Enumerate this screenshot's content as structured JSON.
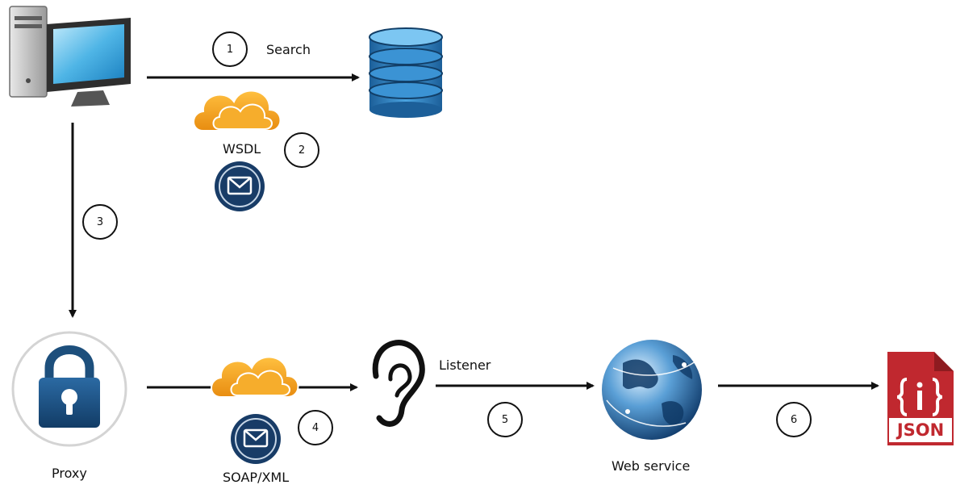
{
  "steps": {
    "s1": "1",
    "s2": "2",
    "s3": "3",
    "s4": "4",
    "s5": "5",
    "s6": "6"
  },
  "labels": {
    "search": "Search",
    "wsdl": "WSDL",
    "proxy": "Proxy",
    "soap_xml": "SOAP/XML",
    "listener": "Listener",
    "web_service": "Web service",
    "json": "JSON"
  },
  "colors": {
    "cloud": "#f0a31e",
    "envelope_badge": "#183c67",
    "lock": "#1d4f7c",
    "database": "#2d7fc0",
    "json_doc": "#c0282f",
    "arrow": "#111111"
  },
  "icons": [
    "computer-icon",
    "database-icon",
    "cloud-icon",
    "envelope-icon",
    "lock-icon",
    "ear-icon",
    "globe-icon",
    "json-file-icon"
  ]
}
